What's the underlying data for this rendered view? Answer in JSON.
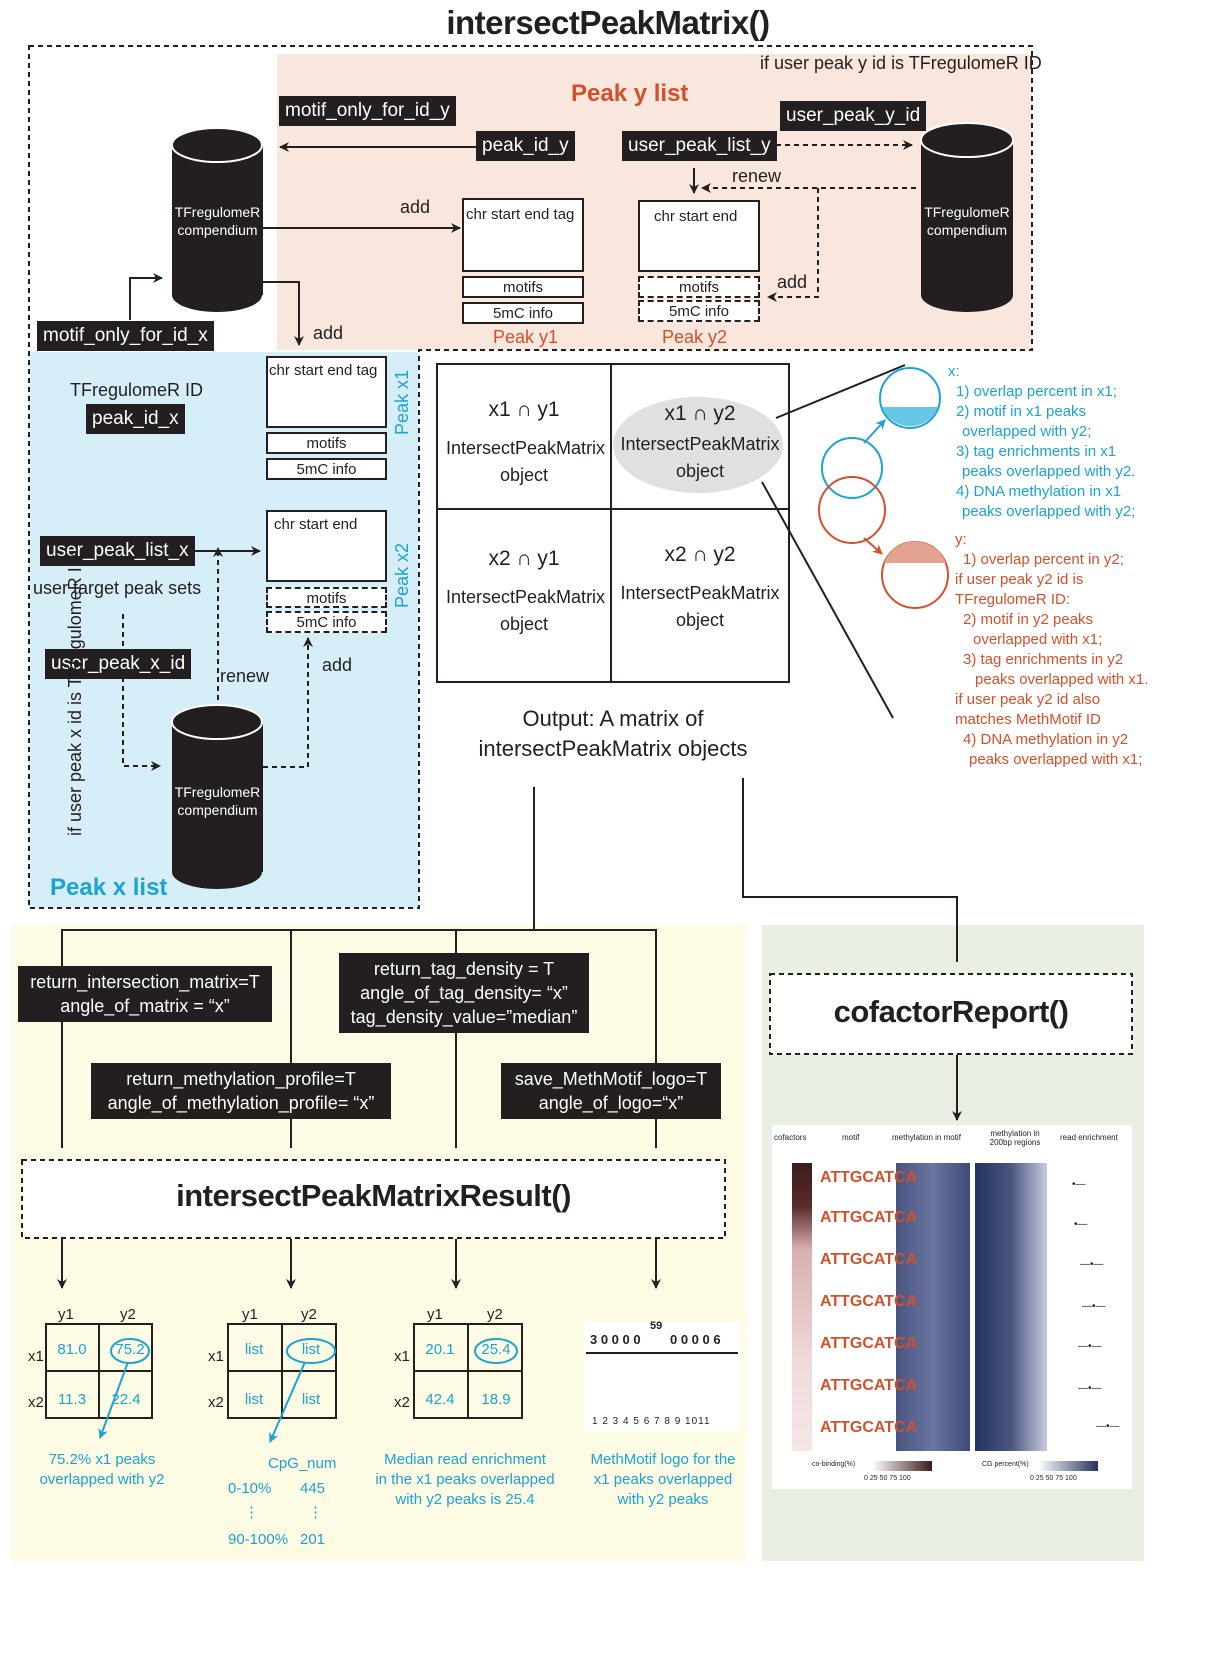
{
  "title": "intersectPeakMatrix()",
  "colors": {
    "cyan": "#1ba3d4",
    "orange": "#d4502a",
    "peach": "#f9e6dc",
    "lightblue": "#d6eef8",
    "cream": "#fdfbe3",
    "sage": "#e9f0e3"
  },
  "peak_y": {
    "list_title": "Peak y list",
    "if_user_note": "if user peak y id is TFregulomeR ID",
    "motif_only_label": "motif_only_for_id_y",
    "peak_id_label": "peak_id_y",
    "user_peak_list_label": "user_peak_list_y",
    "user_peak_id_label": "user_peak_y_id",
    "add_label": "add",
    "renew_label": "renew",
    "add_label2": "add",
    "y1_header": "chr  start  end   tag",
    "y2_header": "chr    start    end",
    "motifs": "motifs",
    "methyl": "5mC info",
    "y1_name": "Peak y1",
    "y2_name": "Peak y2"
  },
  "peak_x": {
    "list_title": "Peak x list",
    "motif_only_label": "motif_only_for_id_x",
    "tfreg_id_label": "TFregulomeR ID",
    "peak_id_label": "peak_id_x",
    "user_peak_list_label": "user_peak_list_x",
    "user_target_label": "user target peak sets",
    "user_peak_id_label": "user_peak_x_id",
    "renew_label": "renew",
    "add_label": "add",
    "add_label2": "add",
    "if_user_note": "if user peak x id is TFregulomeR ID",
    "x1_header": "chr  start  end  tag",
    "x2_header": "chr    start    end",
    "motifs": "motifs",
    "methyl": "5mC info",
    "x1_name": "Peak x1",
    "x2_name": "Peak x2"
  },
  "cylinder_label": "TFregulomeR compendium",
  "matrix": {
    "cells": [
      {
        "head": "x1 ∩ y1",
        "body": "IntersectPeakMatrix object"
      },
      {
        "head": "x1 ∩ y2",
        "body": "IntersectPeakMatrix object"
      },
      {
        "head": "x2 ∩ y1",
        "body": "IntersectPeakMatrix object"
      },
      {
        "head": "x2 ∩ y2",
        "body": "IntersectPeakMatrix object"
      }
    ],
    "output_line1": "Output: A matrix of",
    "output_line2": "intersectPeakMatrix objects"
  },
  "x_info": {
    "head": "x:",
    "lines": [
      "1) overlap percent in x1;",
      "2) motif in x1 peaks",
      "overlapped with y2;",
      "3) tag enrichments in x1",
      "peaks overlapped with y2.",
      "4) DNA methylation in x1",
      "peaks overlapped with y2;"
    ]
  },
  "y_info": {
    "head": "y:",
    "lines": [
      "1) overlap percent in y2;",
      "if user peak y2 id is",
      "TFregulomeR ID:",
      "2) motif in y2 peaks",
      "overlapped with x1;",
      "3) tag enrichments in y2",
      "peaks overlapped with x1.",
      "if user peak y2 id also",
      "matches MethMotif ID",
      "4) DNA methylation in y2",
      "peaks overlapped with x1;"
    ]
  },
  "params": {
    "p1": [
      "return_intersection_matrix=T",
      "angle_of_matrix = “x”"
    ],
    "p2": [
      "return_tag_density = T",
      "angle_of_tag_density= “x”",
      "tag_density_value=”median”"
    ],
    "p3": [
      "return_methylation_profile=T",
      "angle_of_methylation_profile= “x”"
    ],
    "p4": [
      "save_MethMotif_logo=T",
      "angle_of_logo=“x”"
    ]
  },
  "result_title": "intersectPeakMatrixResult()",
  "cofactor_title": "cofactorReport()",
  "tables": {
    "col1": "y1",
    "col2": "y2",
    "row1": "x1",
    "row2": "x2",
    "t1": {
      "v": [
        "81.0",
        "75.2",
        "11.3",
        "22.4"
      ],
      "caption": [
        "75.2% x1 peaks",
        "overlapped with y2"
      ]
    },
    "t2": {
      "v": [
        "list",
        "list",
        "list",
        "list"
      ],
      "caption_head": "CpG_num",
      "rows": [
        [
          "0-10%",
          "445"
        ],
        [
          "⋮",
          "⋮"
        ],
        [
          "90-100%",
          "201"
        ]
      ]
    },
    "t3": {
      "v": [
        "20.1",
        "25.4",
        "42.4",
        "18.9"
      ],
      "caption": [
        "Median read enrichment",
        "in the x1 peaks overlapped",
        "with y2 peaks is 25.4"
      ]
    },
    "t4": {
      "caption": [
        "MethMotif logo for the",
        "x1 peaks overlapped",
        "with y2 peaks"
      ],
      "logo_top": "3 0 0 0 0",
      "logo_top2": "0 0 0 0 6",
      "logo_peak": "59",
      "logo_bottom": "1 2 3 4 5 6 7 8 9 1011"
    }
  },
  "report": {
    "headers": [
      "cofactors",
      "motif",
      "methylation in motif",
      "methylation in 200bp regions",
      "read enrichment"
    ],
    "motif_text": "ATTGCATCA",
    "legend1": "co-binding(%)",
    "legend2": "CG percent(%)",
    "legend_ticks": "0  25  50  75  100"
  }
}
